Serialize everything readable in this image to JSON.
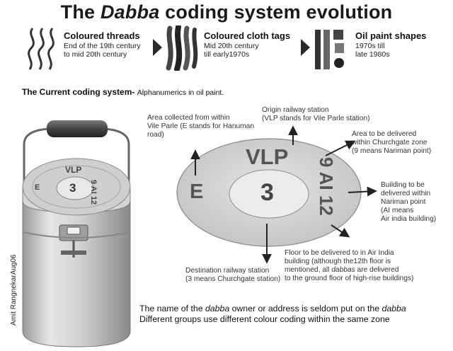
{
  "title": {
    "prefix": "The ",
    "emph": "Dabba",
    "suffix": " coding system evolution"
  },
  "stages": [
    {
      "heading": "Coloured threads",
      "lines": [
        "End of the 19th century",
        "to mid 20th century"
      ]
    },
    {
      "heading": "Coloured cloth tags",
      "lines": [
        "Mid 20th century",
        "till early1970s"
      ]
    },
    {
      "heading": "Oil paint shapes",
      "lines": [
        "1970s till",
        "late 1980s"
      ]
    }
  ],
  "current": {
    "label": "The Current coding system-",
    "detail": "Alphanumerics in oil paint."
  },
  "lid_codes": {
    "origin": "VLP",
    "collected": "E",
    "destination": "3",
    "zone_code": "9 AI 12"
  },
  "annotations": {
    "collected": [
      "Area collected from within",
      "Vile Parle (E stands for Hanuman",
      "road)"
    ],
    "origin": [
      "Origin railway station",
      "(VLP stands for Vile Parle station)"
    ],
    "delivery_area": [
      "Area to be delivered",
      "within Churchgate zone",
      "(9 means Nariman point)"
    ],
    "building": [
      "Building to be",
      "delivered within",
      "Nariman point",
      "(AI means",
      "Air india building)"
    ],
    "floor_1": "Floor  to be delivered  to in Air India",
    "floor_2": "building  (although the12th floor is",
    "floor_3_pre": "mentioned, all ",
    "floor_3_emph": "dabbas",
    "floor_3_post": " are delivered",
    "floor_4": "to the ground floor of high-rise buildings)",
    "destination": [
      "Destination railway station",
      "(3 means Churchgate station)"
    ]
  },
  "footer": {
    "l1_pre": "The name of the ",
    "l1_emph1": "dabba",
    "l1_mid": " owner or address is seldom put on the ",
    "l1_emph2": "dabba",
    "l2": "Different groups use different colour coding within the same zone"
  },
  "credit": "Amit RangnekarAug06",
  "icons": [
    "thread-icon",
    "cloth-tag-icon",
    "paint-shapes-icon",
    "arrow-right-icon"
  ]
}
